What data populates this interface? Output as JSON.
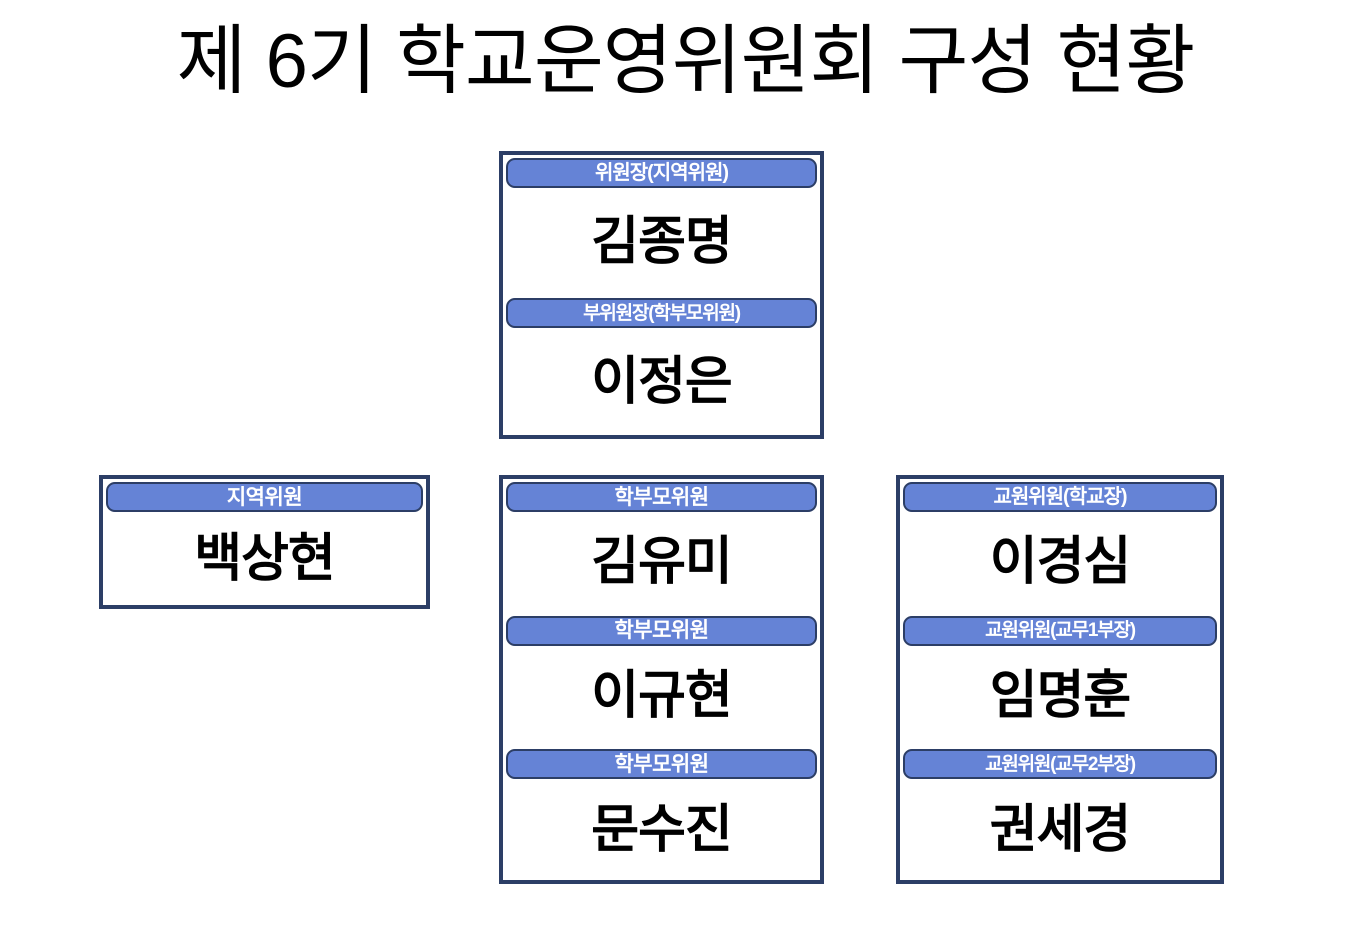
{
  "slide": {
    "title": "제 6기 학교운영위원회 구성 현황",
    "background_color": "#FFFFFF",
    "band_color": "#6583D6",
    "border_color": "#2C3E66",
    "band_text_color": "#FFFFFF",
    "name_text_color": "#000000"
  },
  "boxes": {
    "top": {
      "name": "chair-box",
      "entries": [
        {
          "role": "위원장(지역위원)",
          "person": "김종명"
        },
        {
          "role": "부위원장(학부모위원)",
          "person": "이정은"
        }
      ]
    },
    "local": {
      "name": "local-committee-box",
      "entries": [
        {
          "role": "지역위원",
          "person": "백상현"
        }
      ]
    },
    "parents": {
      "name": "parent-committee-box",
      "entries": [
        {
          "role": "학부모위원",
          "person": "김유미"
        },
        {
          "role": "학부모위원",
          "person": "이규현"
        },
        {
          "role": "학부모위원",
          "person": "문수진"
        }
      ]
    },
    "teachers": {
      "name": "teacher-committee-box",
      "entries": [
        {
          "role": "교원위원(학교장)",
          "person": "이경심"
        },
        {
          "role": "교원위원(교무1부장)",
          "person": "임명훈"
        },
        {
          "role": "교원위원(교무2부장)",
          "person": "권세경"
        }
      ]
    }
  }
}
